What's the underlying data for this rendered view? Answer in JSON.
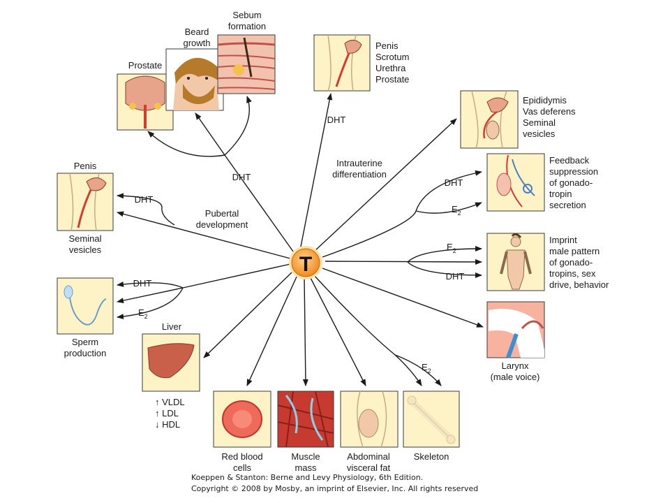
{
  "center": {
    "label": "T"
  },
  "nodes": {
    "prostate": {
      "label": "Prostate"
    },
    "beard": {
      "label": "Beard growth",
      "lines": [
        "Beard",
        "growth"
      ]
    },
    "sebum": {
      "label": "Sebum formation",
      "lines": [
        "Sebum",
        "formation"
      ]
    },
    "penis_group": {
      "lines": [
        "Penis",
        "Scrotum",
        "Urethra",
        "Prostate"
      ]
    },
    "epididymis": {
      "lines": [
        "Epididymis",
        "Vas deferens",
        "Seminal",
        "vesicles"
      ]
    },
    "feedback": {
      "lines": [
        "Feedback",
        "suppression",
        "of gonado-",
        "tropin",
        "secretion"
      ]
    },
    "imprint": {
      "lines": [
        "Imprint",
        "male pattern",
        "of gonado-",
        "tropins, sex",
        "drive, behavior"
      ]
    },
    "larynx": {
      "lines": [
        "Larynx",
        "(male voice)"
      ]
    },
    "skeleton": {
      "label": "Skeleton"
    },
    "fat": {
      "lines": [
        "Abdominal",
        "visceral fat"
      ]
    },
    "muscle": {
      "lines": [
        "Muscle",
        "mass"
      ]
    },
    "rbc": {
      "lines": [
        "Red blood",
        "cells"
      ]
    },
    "liver": {
      "label": "Liver",
      "lipids": [
        "↑ VLDL",
        "↑ LDL",
        "↓ HDL"
      ]
    },
    "sperm": {
      "lines": [
        "Sperm",
        "production"
      ]
    },
    "penis_seminal": {
      "top": "Penis",
      "lines": [
        "Seminal",
        "vesicles"
      ]
    }
  },
  "labels": {
    "dht": "DHT",
    "e2": "E",
    "e2_sub": "2",
    "pubertal": [
      "Pubertal",
      "development"
    ],
    "intrauterine": [
      "Intrauterine",
      "differentiation"
    ]
  },
  "colors": {
    "panel_bg": "#fdf3c7",
    "panel_border": "#3a3a3a",
    "center_fill": "#f6a23a",
    "center_ring": "#ffe2a8",
    "arrow": "#1a1a1a",
    "skin": "#f1c9a8",
    "red": "#d93a2f"
  },
  "footer": {
    "line1": "Koeppen & Stanton: Berne and Levy Physiology, 6th Edition.",
    "line2": "Copyright © 2008 by Mosby, an imprint of Elsevier, Inc. All rights reserved"
  }
}
